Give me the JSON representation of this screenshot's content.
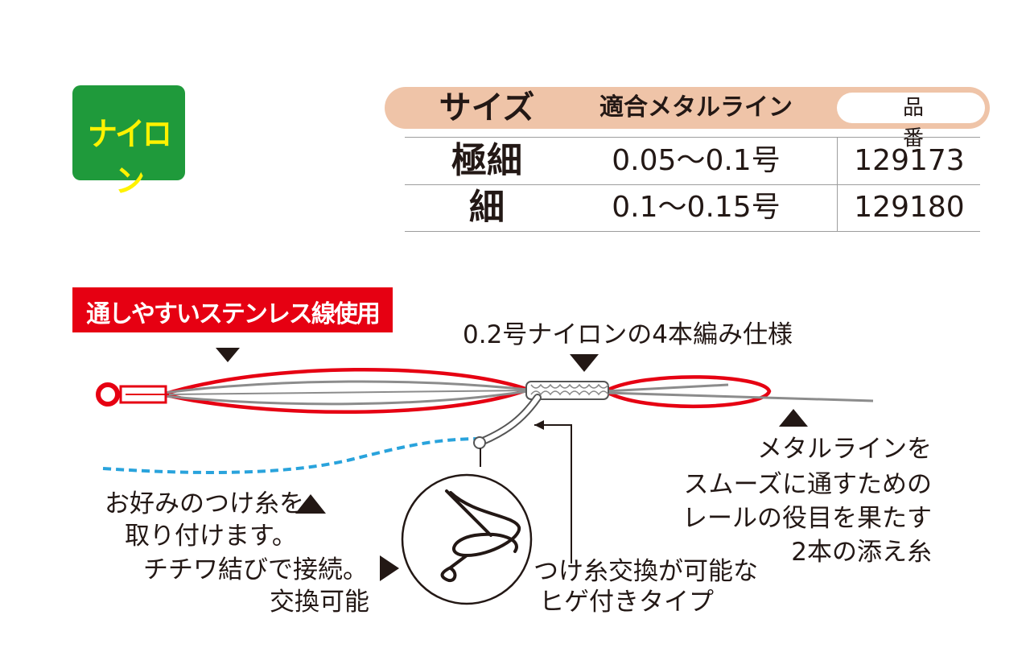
{
  "badge": {
    "label": "ナイロン"
  },
  "table": {
    "headers": {
      "size": "サイズ",
      "metal_line": "適合メタルライン",
      "product_code": "品番"
    },
    "rows": [
      {
        "size": "極細",
        "metal_line": "0.05〜0.1号",
        "code": "129173"
      },
      {
        "size": "細",
        "metal_line": "0.1〜0.15号",
        "code": "129180"
      }
    ]
  },
  "diagram": {
    "banner": "通しやすいステンレス線使用",
    "braid_label": "0.2号ナイロンの4本編み仕様",
    "guide_label": [
      "メタルラインを",
      "スムーズに通すための",
      "レールの役目を果たす",
      "2本の添え糸"
    ],
    "leader_label": [
      "お好みのつけ糸を",
      "取り付けます。"
    ],
    "knot_label": [
      "チチワ結びで接続。",
      "交換可能"
    ],
    "whisker_label": [
      "つけ糸交換が可能な",
      "ヒゲ付きタイプ"
    ],
    "colors": {
      "red": "#e60012",
      "green": "#1f9a3b",
      "yellow": "#fff200",
      "header_bg": "#efc4a8",
      "blue_dash": "#29a3dc",
      "gray_line": "#8c8c8c"
    }
  }
}
